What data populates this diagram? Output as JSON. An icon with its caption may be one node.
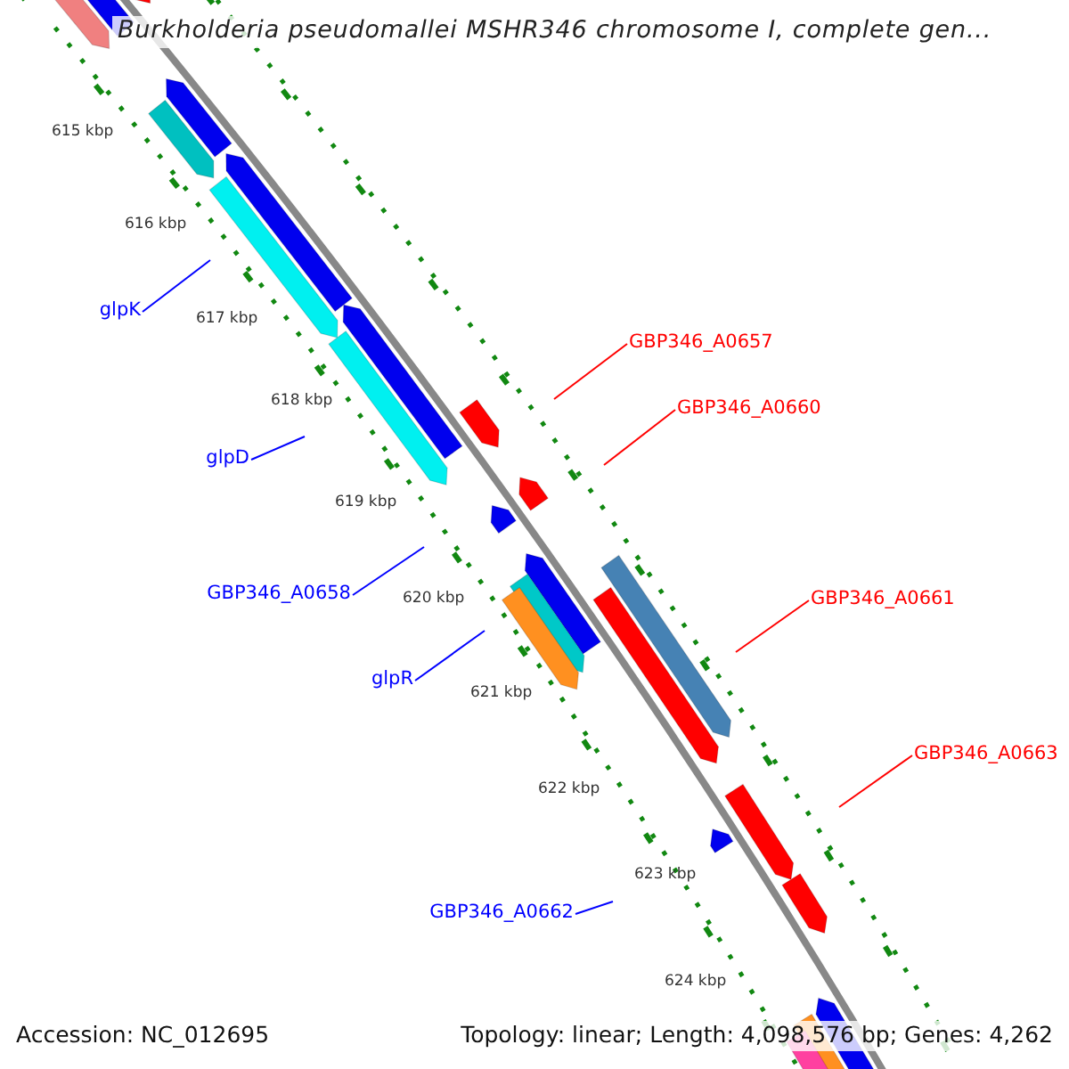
{
  "diagram": {
    "title": "Burkholderia pseudomallei MSHR346 chromosome I, complete gen...",
    "nodes": [
      {
        "text": [
          "glpK"
        ]
      },
      {
        "text": [
          "GBP346_A0657"
        ]
      },
      {
        "text": [
          "GBP346_A0660"
        ]
      },
      {
        "text": [
          "glpD"
        ]
      },
      {
        "text": [
          "GBP346_A0658"
        ]
      },
      {
        "text": [
          "GBP346_A0661"
        ]
      },
      {
        "text": [
          "glpR"
        ]
      },
      {
        "text": [
          "GBP346_A0663"
        ]
      },
      {
        "text": [
          "GBP346_A0662"
        ]
      }
    ],
    "edges": [
      {
        "from": 0,
        "to": null,
        "arrow": "none"
      },
      {
        "from": 1,
        "to": null,
        "arrow": "none",
        "color": "#ff0000"
      },
      {
        "from": 2,
        "to": null,
        "arrow": "none",
        "color": "#ff0000"
      },
      {
        "from": 3,
        "to": null,
        "arrow": "none"
      },
      {
        "from": 4,
        "to": null,
        "arrow": "none"
      },
      {
        "from": 5,
        "to": null,
        "arrow": "none",
        "color": "#ff0000"
      },
      {
        "from": 6,
        "to": null,
        "arrow": "none"
      },
      {
        "from": 7,
        "to": null,
        "arrow": "none",
        "color": "#ff0000"
      },
      {
        "from": 8,
        "to": null,
        "arrow": "none"
      }
    ],
    "labels": [
      "615 kbp",
      "616 kbp",
      "617 kbp",
      "618 kbp",
      "619 kbp",
      "620 kbp",
      "621 kbp",
      "622 kbp",
      "623 kbp",
      "624 kbp",
      "Accession: NC_012695",
      "Topology: linear; Length: 4,098,576 bp; Genes: 4,262"
    ]
  }
}
